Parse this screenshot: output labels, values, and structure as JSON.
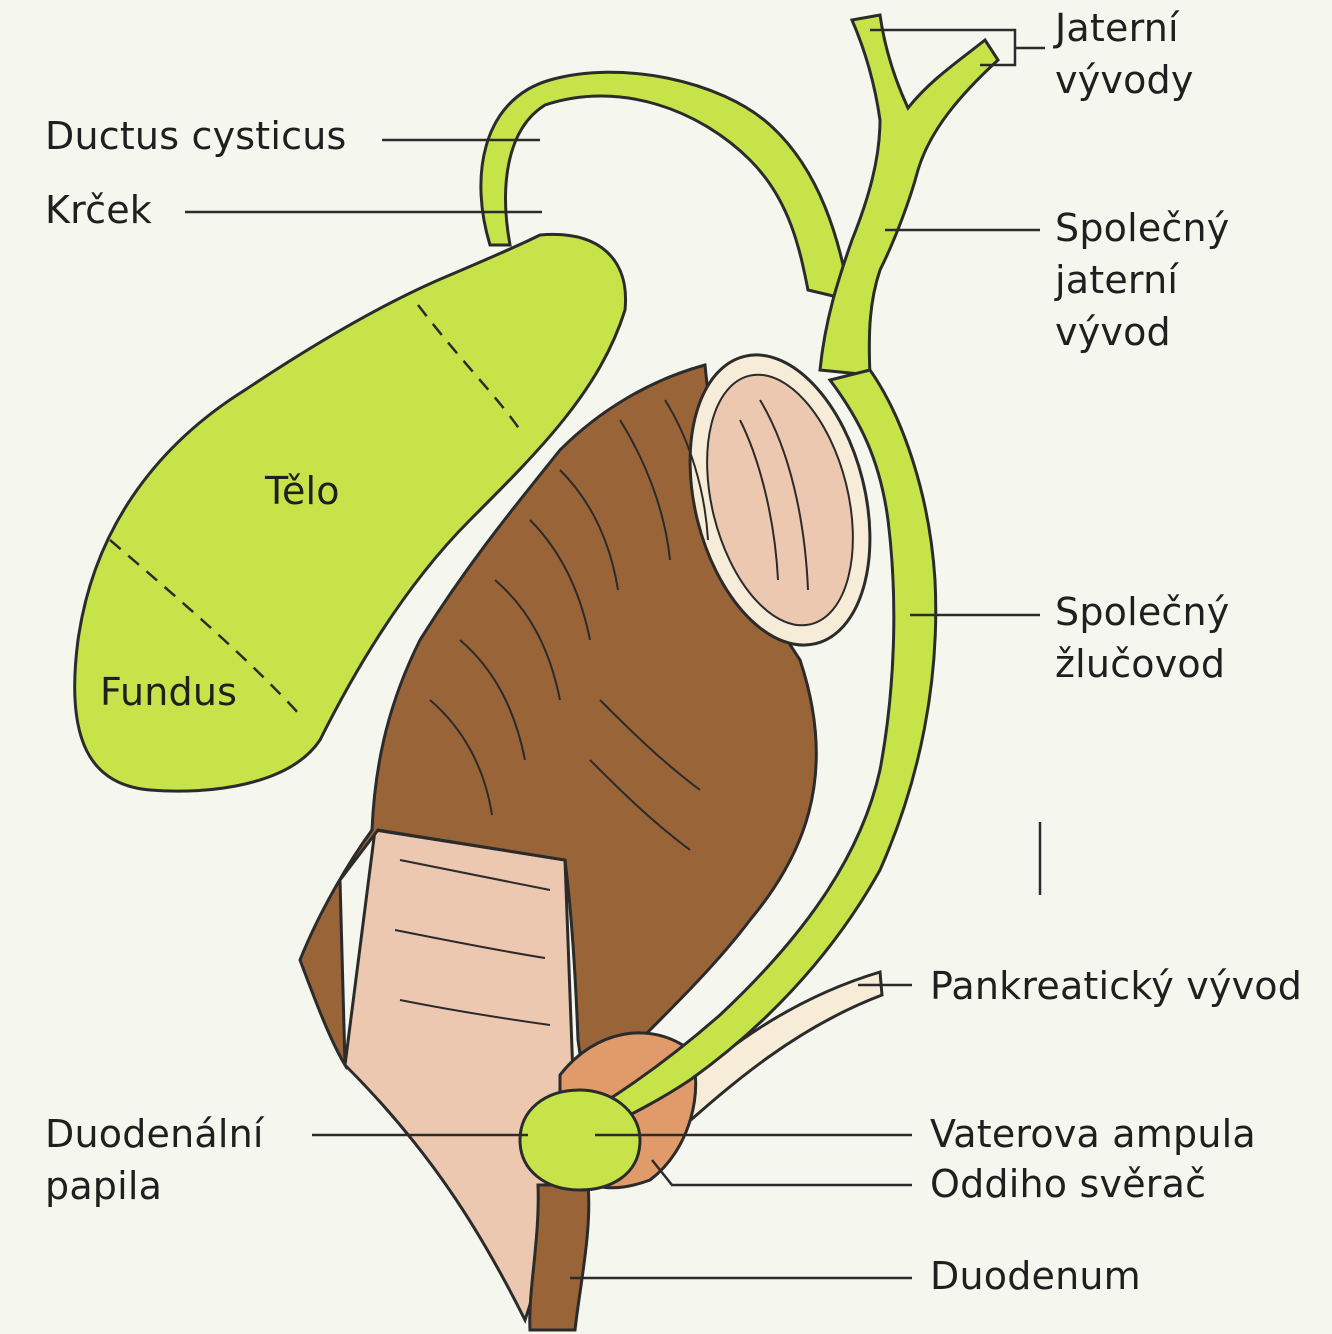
{
  "labels": {
    "jaterni_vyvody": "Jaterní\nvývody",
    "ductus_cysticus": "Ductus cysticus",
    "krcek": "Krček",
    "spolecny_jaterni_vyvod": "Společný\njaterní\nvývod",
    "telo": "Tělo",
    "fundus": "Fundus",
    "spolecny_zlucovod": "Společný\nžlučovod",
    "pankreaticky_vyvod": "Pankreatický vývod",
    "duodenalni_papila": "Duodenální\npapila",
    "vaterova_ampula": "Vaterova ampula",
    "oddiho_sverac": "Oddiho svěrač",
    "duodenum": "Duodenum"
  },
  "colors": {
    "background": "#f5f7ee",
    "bile_green": "#c6e44a",
    "duodenum_brown": "#9a6439",
    "mucosa_pink": "#ecc8b0",
    "sphincter_orange": "#e19a6a",
    "pancreatic_cream": "#f6ecd8",
    "outline": "#2b2b2b"
  }
}
